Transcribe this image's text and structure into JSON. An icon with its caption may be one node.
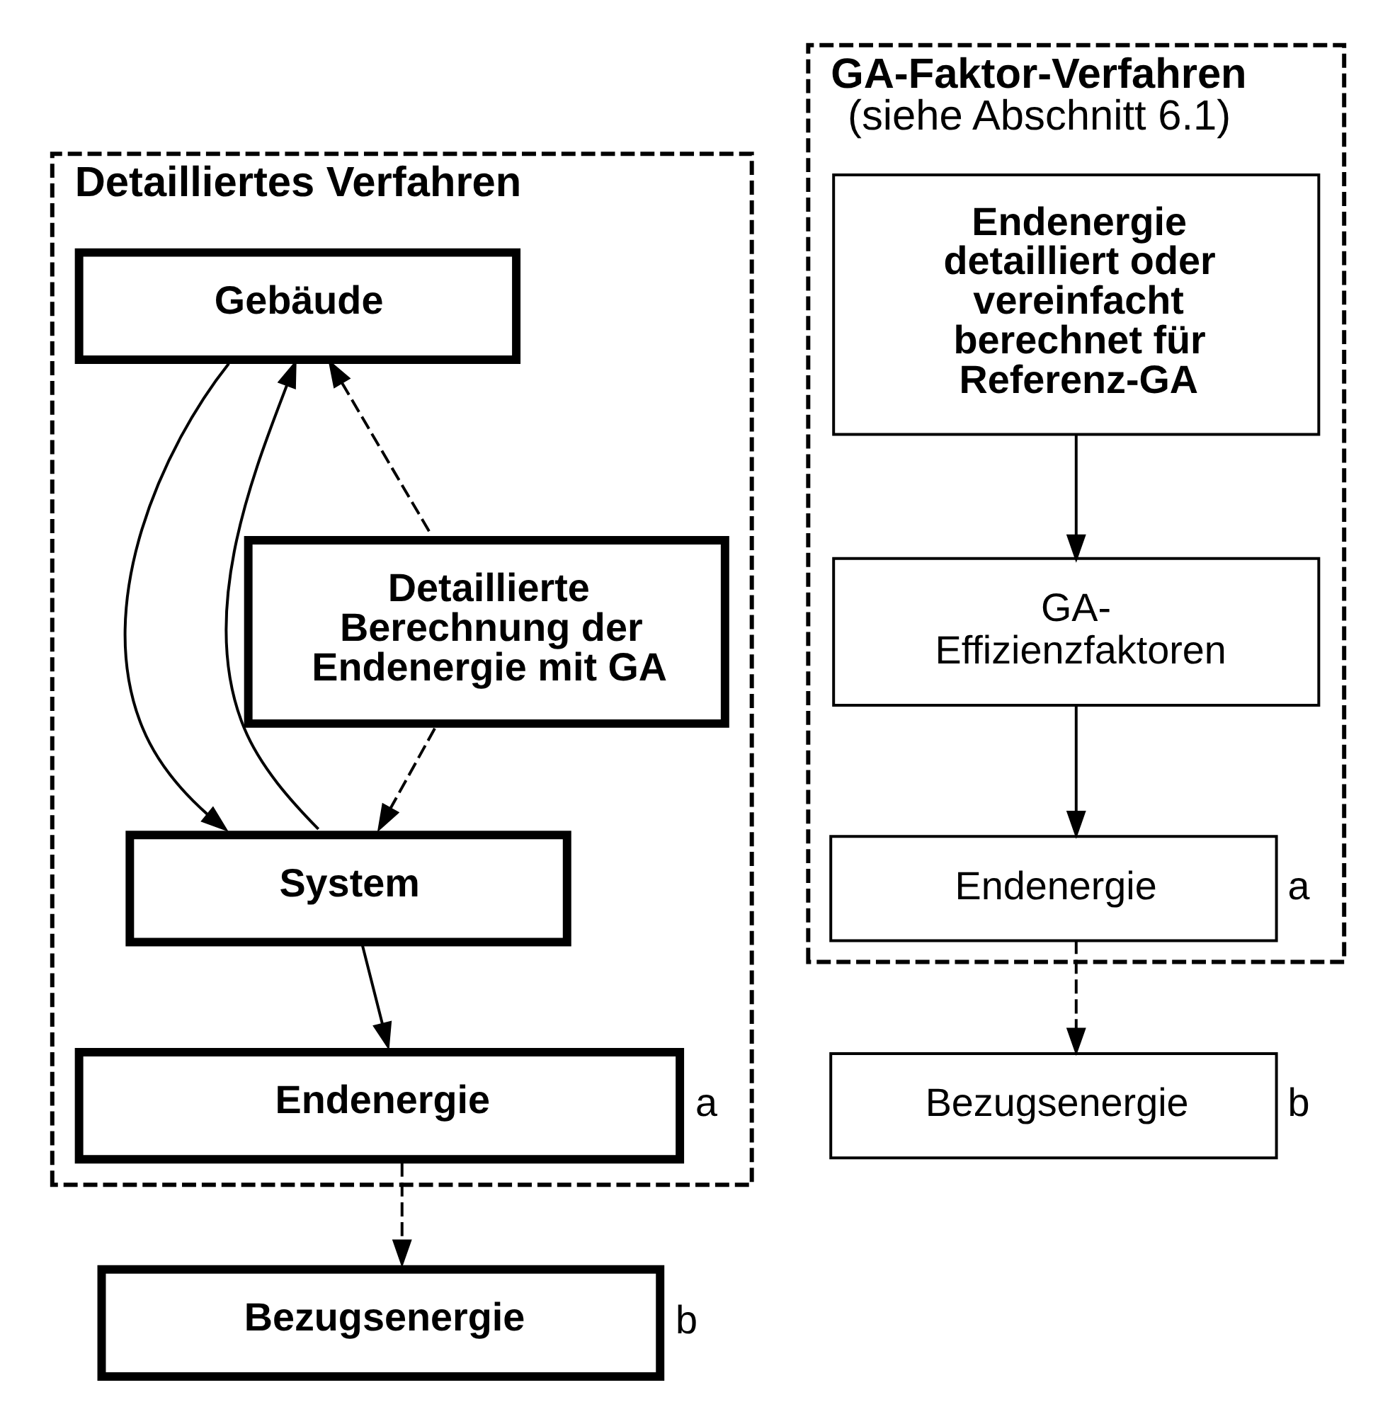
{
  "diagram": {
    "nodes": [
      {
        "text": [
          "Detailliertes Verfahren"
        ]
      },
      {
        "text": [
          "Gebäude"
        ],
        "in": 0
      },
      {
        "text": [
          "Detaillierte Berechnung der Endenergie mit GA"
        ],
        "in": 0
      },
      {
        "text": [
          "System"
        ],
        "in": 0
      },
      {
        "text": [
          "Endenergie"
        ],
        "in": 0,
        "beside": [
          "a"
        ]
      },
      {
        "text": [
          "Bezugsenergie"
        ],
        "beside": [
          "b"
        ]
      },
      {
        "text": [
          "GA-Faktor-Verfahren",
          "(siehe Abschnitt 6.1)"
        ]
      },
      {
        "text": [
          "Endenergie detailliert oder vereinfacht berechnet für Referenz-GA"
        ],
        "in": 6
      },
      {
        "text": [
          "GA- Effizienzfaktoren"
        ],
        "in": 6
      },
      {
        "text": [
          "Endenergie"
        ],
        "in": 6,
        "beside": [
          "a"
        ]
      },
      {
        "text": [
          "Bezugsenergie"
        ],
        "beside": [
          "b"
        ]
      }
    ],
    "edges": [
      {
        "from": 1,
        "to": 3,
        "arrow": "to"
      },
      {
        "from": 3,
        "to": 1,
        "arrow": "to"
      },
      {
        "from": 2,
        "to": 1,
        "arrow": "to",
        "style": "dashed"
      },
      {
        "from": 2,
        "to": 3,
        "arrow": "to",
        "style": "dashed"
      },
      {
        "from": 3,
        "to": 4,
        "arrow": "to"
      },
      {
        "from": 4,
        "to": 5,
        "arrow": "to",
        "style": "dashed"
      },
      {
        "from": 7,
        "to": 8,
        "arrow": "to"
      },
      {
        "from": 8,
        "to": 9,
        "arrow": "to"
      },
      {
        "from": 9,
        "to": 10,
        "arrow": "to",
        "style": "dashed"
      }
    ]
  }
}
